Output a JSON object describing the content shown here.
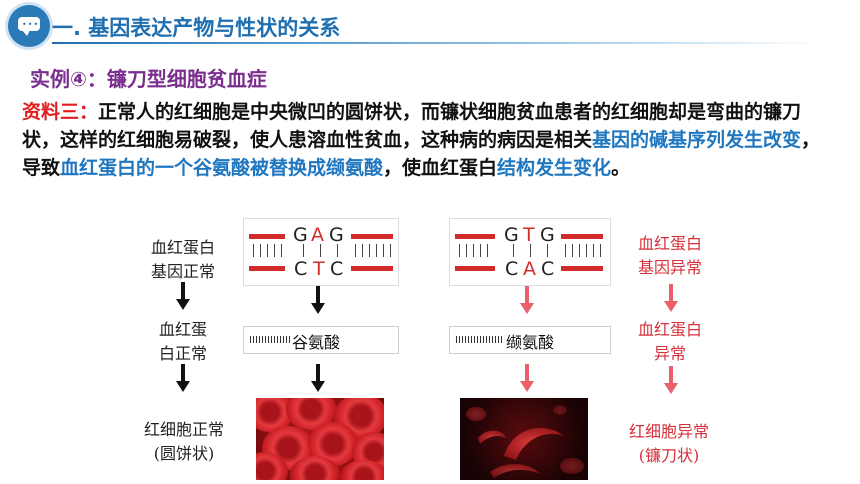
{
  "header": {
    "title": "一. 基因表达产物与性状的关系",
    "subtitle": "实例④：镰刀型细胞贫血症",
    "chat_icon": "chat-bubble-icon"
  },
  "paragraph": {
    "lead": "资料三：",
    "p1": "正常人的红细胞是中央微凹的圆饼状，而镰状细胞贫血患者的红细胞却是弯曲的镰刀状，这样的红细胞易破裂，使人患溶血性贫血，这种病的病因是相关",
    "h1": "基因的碱基序列发生改变",
    "p2": "，导致",
    "h2": "血红蛋白的一个谷氨酸被替换成缬氨酸",
    "p3": "，使血红蛋白",
    "h3": "结构发生变化",
    "p4": "。"
  },
  "diagram": {
    "normal": {
      "gene_label_line1": "血红蛋白",
      "gene_label_line2": "基因正常",
      "protein_label_line1": "血红蛋",
      "protein_label_line2": "白正常",
      "cell_label_line1": "红细胞正常",
      "cell_label_line2": "(圆饼状)",
      "top_bases": [
        "G",
        "A",
        "G"
      ],
      "bottom_bases": [
        "C",
        "T",
        "C"
      ],
      "amino_acid": "谷氨酸"
    },
    "abnormal": {
      "gene_label_line1": "血红蛋白",
      "gene_label_line2": "基因异常",
      "protein_label_line1": "血红蛋白",
      "protein_label_line2": "异常",
      "cell_label_line1": "红细胞异常",
      "cell_label_line2": "(镰刀状)",
      "top_bases": [
        "G",
        "T",
        "G"
      ],
      "bottom_bases": [
        "C",
        "A",
        "C"
      ],
      "amino_acid": "缬氨酸"
    },
    "colors": {
      "title_blue": "#1f6fb0",
      "case_purple": "#7a2f8e",
      "highlight_red": "#e02020",
      "highlight_blue": "#1f77c0",
      "strand_red": "#d42b2b",
      "abnormal_label_red": "#d6303a",
      "arrow_red": "#e8606a"
    }
  }
}
